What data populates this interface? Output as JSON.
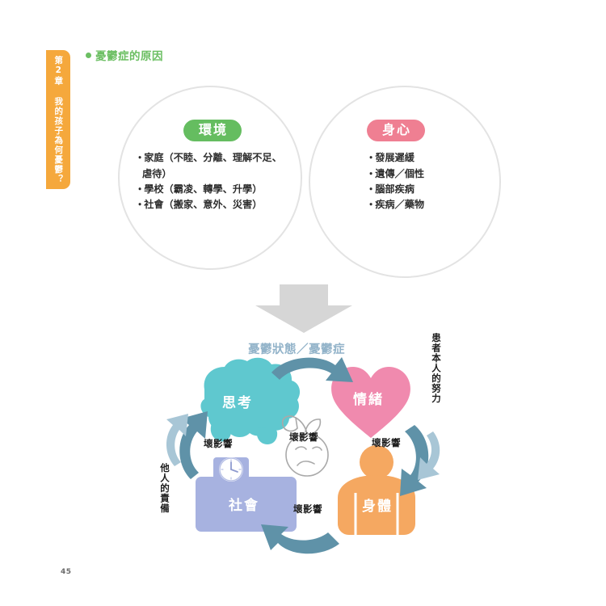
{
  "chapter_tab": {
    "label": "第2章 我的孩子為何憂鬱？"
  },
  "heading": {
    "bullet_icon": "bullet-dot-icon",
    "text": "憂鬱症的原因",
    "color": "#6cbf63"
  },
  "venn": {
    "left": {
      "pill_label": "環境",
      "pill_color": "#65bd60",
      "items": [
        "家庭（不睦、分離、理解不足、虐待）",
        "學校（霸凌、轉學、升學）",
        "社會（搬家、意外、災害）"
      ]
    },
    "right": {
      "pill_label": "身心",
      "pill_color": "#ef7f92",
      "items": [
        "發展遲緩",
        "遺傳／個性",
        "腦部疾病",
        "疾病／藥物"
      ]
    }
  },
  "transition_arrow": {
    "icon": "down-arrow-icon",
    "color": "#d8d8d8"
  },
  "cycle": {
    "title": "憂鬱狀態／憂鬱症",
    "title_color": "#92b3c9",
    "nodes": [
      {
        "id": "think",
        "label": "思考",
        "icon": "brain-icon",
        "color": "#5fc8cf"
      },
      {
        "id": "emotion",
        "label": "情緒",
        "icon": "heart-icon",
        "color": "#f08aae"
      },
      {
        "id": "society",
        "label": "社會",
        "icon": "building-clock-icon",
        "color": "#a7b2e0"
      },
      {
        "id": "body",
        "label": "身體",
        "icon": "person-icon",
        "color": "#f5a861"
      }
    ],
    "center_icon": "sad-face-sprout-icon",
    "edge_labels": [
      "壞影響",
      "壞影響",
      "壞影響",
      "壞影響"
    ],
    "outer_labels": [
      "他人的責備",
      "患者本人的努力"
    ],
    "arrow_color": "#5f92a8",
    "outer_arrow_color": "#a8c6d6"
  },
  "footer": {
    "page_number": "45"
  }
}
